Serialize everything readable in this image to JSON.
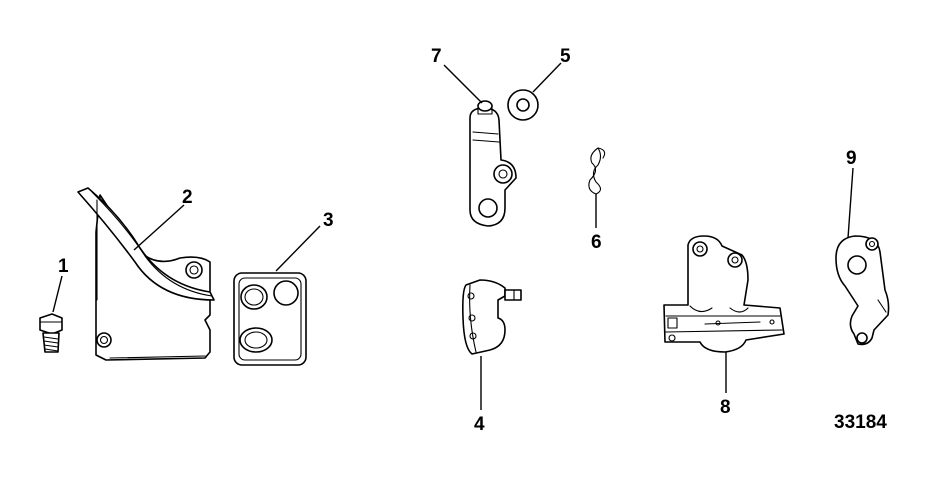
{
  "figure": {
    "id": "33184",
    "callouts": [
      "1",
      "2",
      "3",
      "4",
      "5",
      "6",
      "7",
      "8",
      "9"
    ]
  },
  "colors": {
    "ink": "#000000",
    "paper": "#ffffff"
  }
}
